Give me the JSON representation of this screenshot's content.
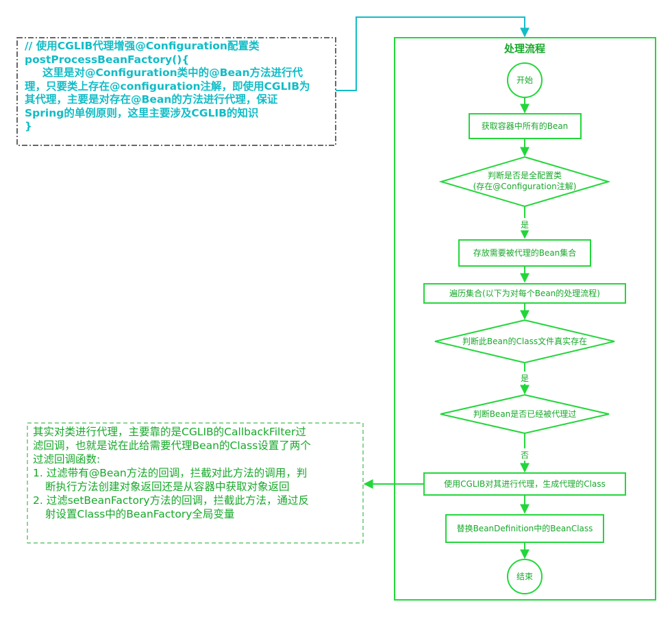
{
  "panel": {
    "title": "处理流程"
  },
  "nodes": {
    "start": "开始",
    "get_beans": "获取容器中所有的Bean",
    "judge_config_line1": "判断是否是全配置类",
    "judge_config_line2": "(存在@Configuration注解)",
    "store_set": "存放需要被代理的Bean集合",
    "iterate": "遍历集合(以下为对每个Bean的处理流程)",
    "judge_class_file": "判断此Bean的Class文件真实存在",
    "judge_proxied": "判断Bean是否已经被代理过",
    "cglib_proxy": "使用CGLIB对其进行代理，生成代理的Class",
    "replace_class": "替换BeanDefinition中的BeanClass",
    "end": "结束"
  },
  "edge_labels": {
    "yes_1": "是",
    "yes_2": "是",
    "no_1": "否"
  },
  "code_note": {
    "lines": [
      "// 使用CGLIB代理增强@Configuration配置类",
      "postProcessBeanFactory(){",
      "    这里是对@Configuration类中的@Bean方法进行代",
      "理，只要类上存在@configuration注解，即使用CGLIB为",
      "其代理，主要是对存在@Bean的方法进行代理，保证",
      "Spring的单例原则，这里主要涉及CGLIB的知识",
      "}"
    ]
  },
  "explain_note": {
    "lines": [
      "其实对类进行代理，主要靠的是CGLIB的CallbackFilter过",
      "滤回调，也就是说在此给需要代理Bean的Class设置了两个",
      "过滤回调函数:",
      "1. 过滤带有@Bean方法的回调，拦截对此方法的调用，判",
      "   断执行方法创建对象返回还是从容器中获取对象返回",
      "2. 过滤setBeanFactory方法的回调，拦截此方法，通过反",
      "   射设置Class中的BeanFactory全局变量"
    ]
  },
  "colors": {
    "green": "#17a82a",
    "bright_green": "#22d63a",
    "cyan": "#12bcc6",
    "dark_dash": "#333333"
  }
}
